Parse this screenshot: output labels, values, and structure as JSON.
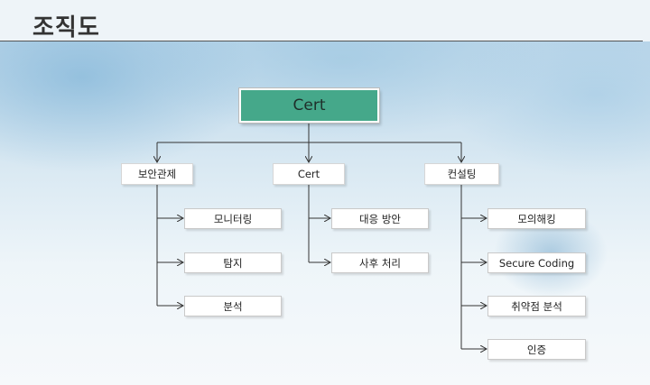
{
  "page": {
    "title": "조직도"
  },
  "chart": {
    "root": "Cert",
    "groups": [
      {
        "label": "보안관제",
        "children": [
          "모니터링",
          "탐지",
          "분석"
        ]
      },
      {
        "label": "Cert",
        "children": [
          "대응 방안",
          "사후 처리"
        ]
      },
      {
        "label": "컨설팅",
        "children": [
          "모의해킹",
          "Secure Coding",
          "취약점 분석",
          "인증"
        ]
      }
    ]
  },
  "colors": {
    "root_fill": "#45a88a",
    "line": "#333333"
  }
}
